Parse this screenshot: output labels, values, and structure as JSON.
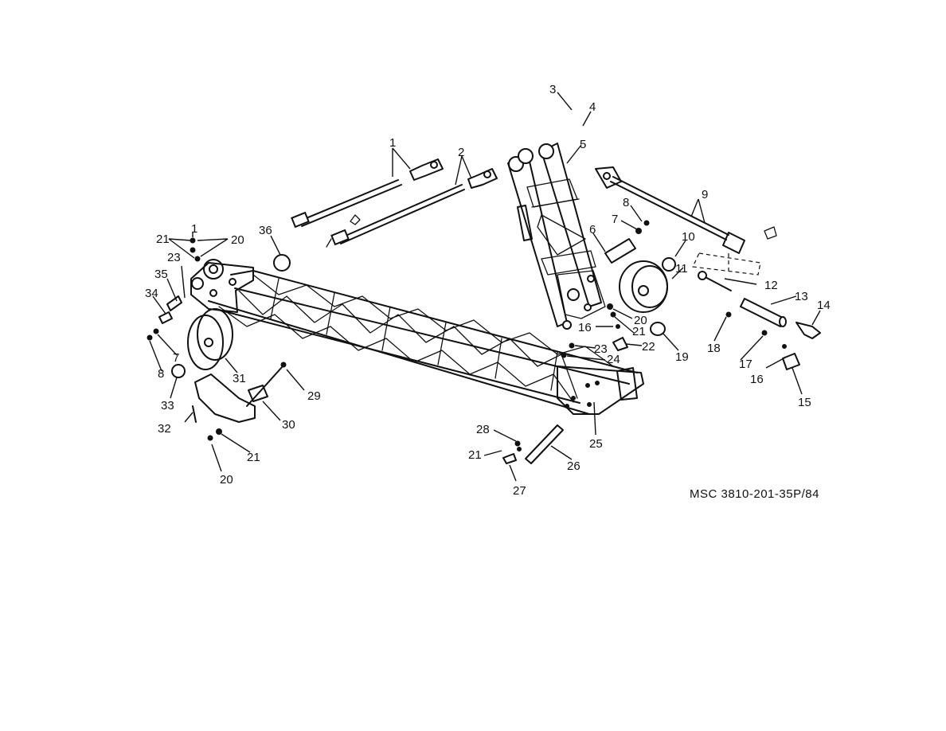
{
  "figure": {
    "reference": "MSC  3810-201-35P/84"
  },
  "callouts": [
    {
      "label": "1"
    },
    {
      "label": "2"
    },
    {
      "label": "3"
    },
    {
      "label": "4"
    },
    {
      "label": "5"
    },
    {
      "label": "6"
    },
    {
      "label": "7"
    },
    {
      "label": "8"
    },
    {
      "label": "9"
    },
    {
      "label": "10"
    },
    {
      "label": "11"
    },
    {
      "label": "12"
    },
    {
      "label": "13"
    },
    {
      "label": "14"
    },
    {
      "label": "15"
    },
    {
      "label": "16"
    },
    {
      "label": "16"
    },
    {
      "label": "17"
    },
    {
      "label": "18"
    },
    {
      "label": "19"
    },
    {
      "label": "20"
    },
    {
      "label": "20"
    },
    {
      "label": "20"
    },
    {
      "label": "21"
    },
    {
      "label": "21"
    },
    {
      "label": "21"
    },
    {
      "label": "21"
    },
    {
      "label": "22"
    },
    {
      "label": "23"
    },
    {
      "label": "23"
    },
    {
      "label": "24"
    },
    {
      "label": "25"
    },
    {
      "label": "26"
    },
    {
      "label": "27"
    },
    {
      "label": "28"
    },
    {
      "label": "29"
    },
    {
      "label": "30"
    },
    {
      "label": "31"
    },
    {
      "label": "32"
    },
    {
      "label": "33"
    },
    {
      "label": "34"
    },
    {
      "label": "35"
    },
    {
      "label": "36"
    },
    {
      "label": "7"
    },
    {
      "label": "8"
    },
    {
      "label": "1"
    }
  ]
}
